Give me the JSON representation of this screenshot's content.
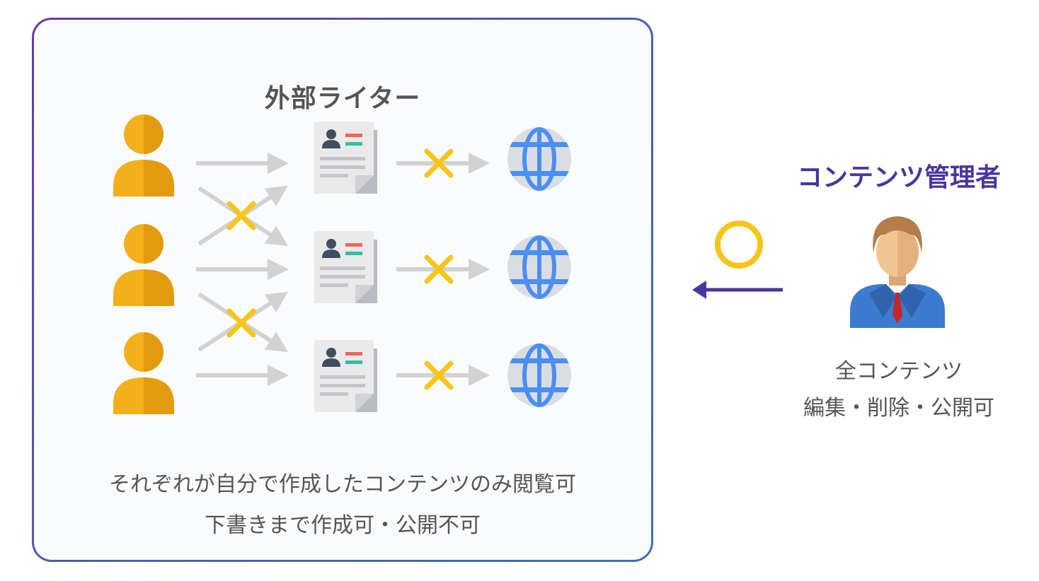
{
  "writer_box": {
    "title": "外部ライター",
    "caption_line1": "それぞれが自分で作成したコンテンツのみ閲覧可",
    "caption_line2": "下書きまで作成可・公開不可"
  },
  "admin": {
    "title": "コンテンツ管理者",
    "desc_line1": "全コンテンツ",
    "desc_line2": "編集・削除・公開可"
  },
  "icons": [
    "writer-person-icon",
    "document-icon",
    "globe-icon",
    "cross-icon",
    "circle-ok-icon",
    "admin-person-icon",
    "arrow-left-icon"
  ],
  "colors": {
    "border_start": "#6a3aa8",
    "border_end": "#3d6fb6",
    "admin_title": "#4a35a0",
    "person_orange": "#f3b01b",
    "cross_yellow": "#f7c51a",
    "globe_blue": "#4b8ff0",
    "arrow_gray": "#d2d2d2",
    "admin_arrow": "#4a35a0"
  }
}
